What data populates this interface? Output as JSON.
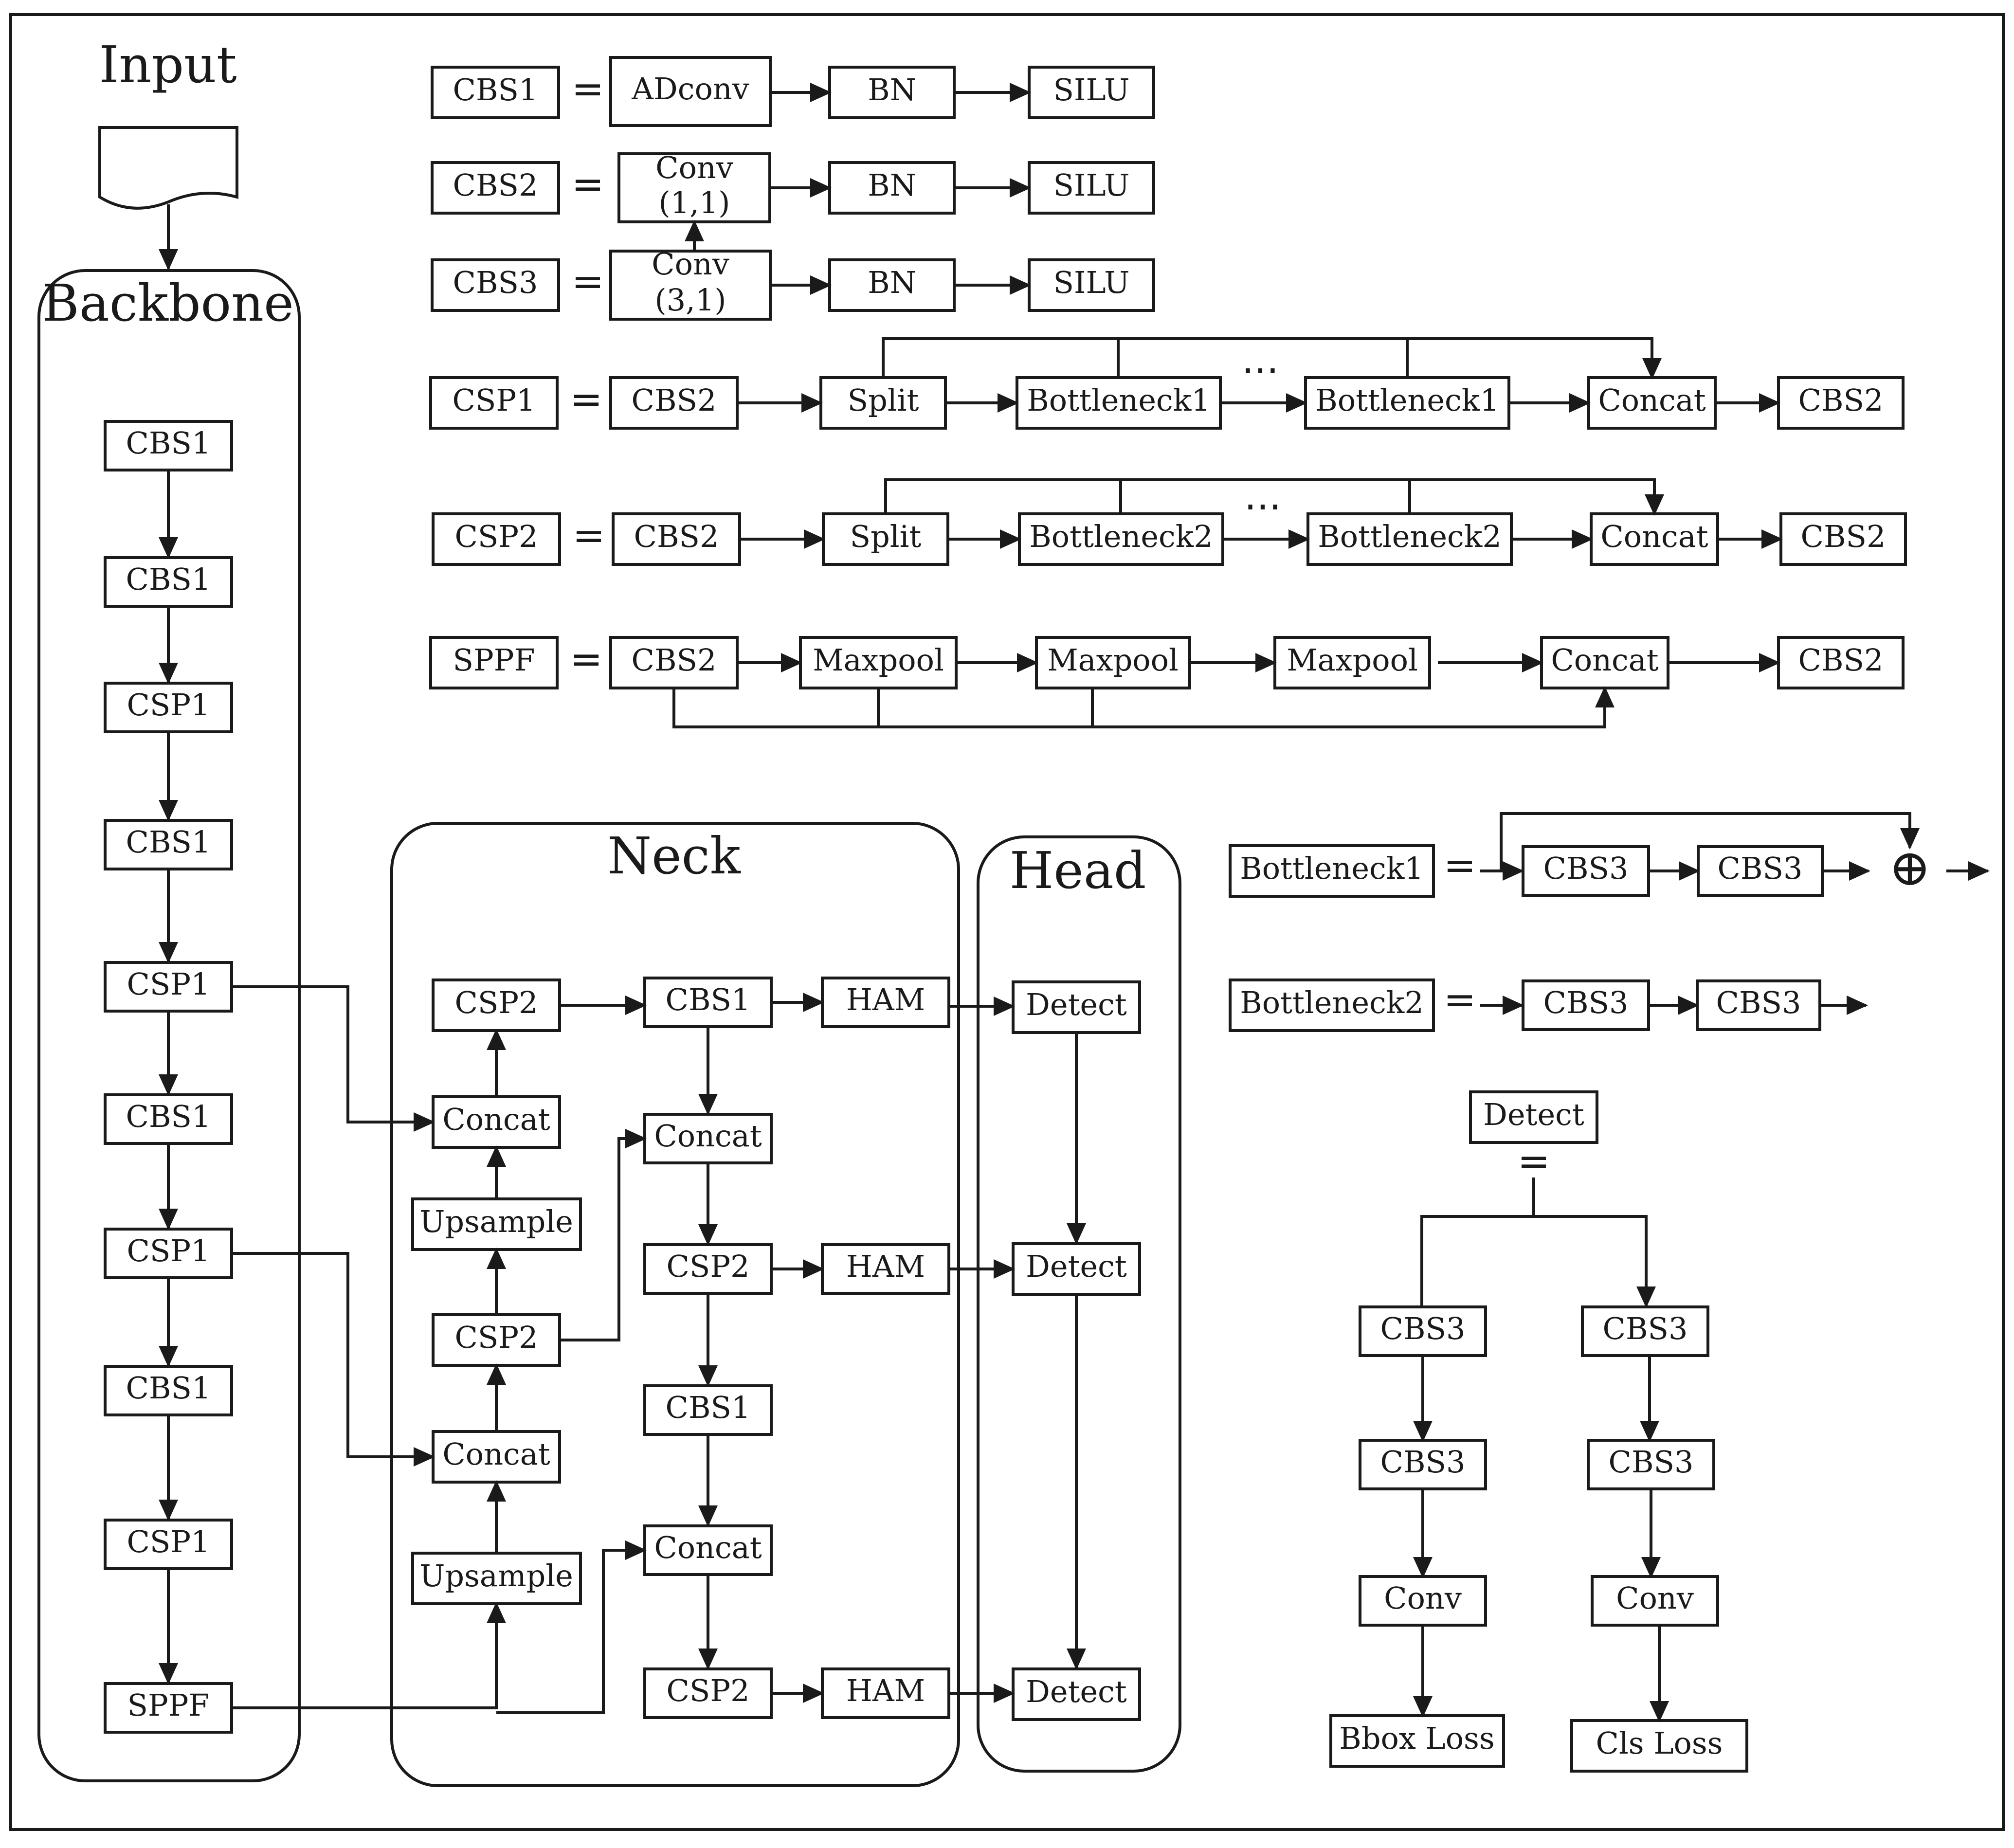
{
  "titles": {
    "input": "Input",
    "backbone": "Backbone",
    "neck": "Neck",
    "head": "Head"
  },
  "symbols": {
    "eq": "=",
    "plus": "⊕",
    "dots": "···"
  },
  "defs": {
    "cbs1": [
      "CBS1",
      "ADconv",
      "BN",
      "SILU"
    ],
    "cbs2": [
      "CBS2",
      "Conv",
      "(1,1)",
      "BN",
      "SILU"
    ],
    "cbs3": [
      "CBS3",
      "Conv",
      "(3,1)",
      "BN",
      "SILU"
    ],
    "csp1": [
      "CSP1",
      "CBS2",
      "Split",
      "Bottleneck1",
      "Bottleneck1",
      "Concat",
      "CBS2"
    ],
    "csp2": [
      "CSP2",
      "CBS2",
      "Split",
      "Bottleneck2",
      "Bottleneck2",
      "Concat",
      "CBS2"
    ],
    "sppf": [
      "SPPF",
      "CBS2",
      "Maxpool",
      "Maxpool",
      "Maxpool",
      "Concat",
      "CBS2"
    ],
    "bottleneck1": [
      "Bottleneck1",
      "CBS3",
      "CBS3"
    ],
    "bottleneck2": [
      "Bottleneck2",
      "CBS3",
      "CBS3"
    ]
  },
  "backbone": [
    "CBS1",
    "CBS1",
    "CSP1",
    "CBS1",
    "CSP1",
    "CBS1",
    "CSP1",
    "CBS1",
    "CSP1",
    "SPPF"
  ],
  "neck": {
    "col1": [
      "CSP2",
      "Concat",
      "Upsample",
      "CSP2",
      "Concat",
      "Upsample"
    ],
    "col2": [
      "CBS1",
      "Concat",
      "CSP2",
      "CBS1",
      "Concat",
      "CSP2"
    ],
    "ham": [
      "HAM",
      "HAM",
      "HAM"
    ]
  },
  "head": [
    "Detect",
    "Detect",
    "Detect"
  ],
  "detect_def": {
    "title": "Detect",
    "left": [
      "CBS3",
      "CBS3",
      "Conv",
      "Bbox Loss"
    ],
    "right": [
      "CBS3",
      "CBS3",
      "Conv",
      "Cls Loss"
    ]
  }
}
